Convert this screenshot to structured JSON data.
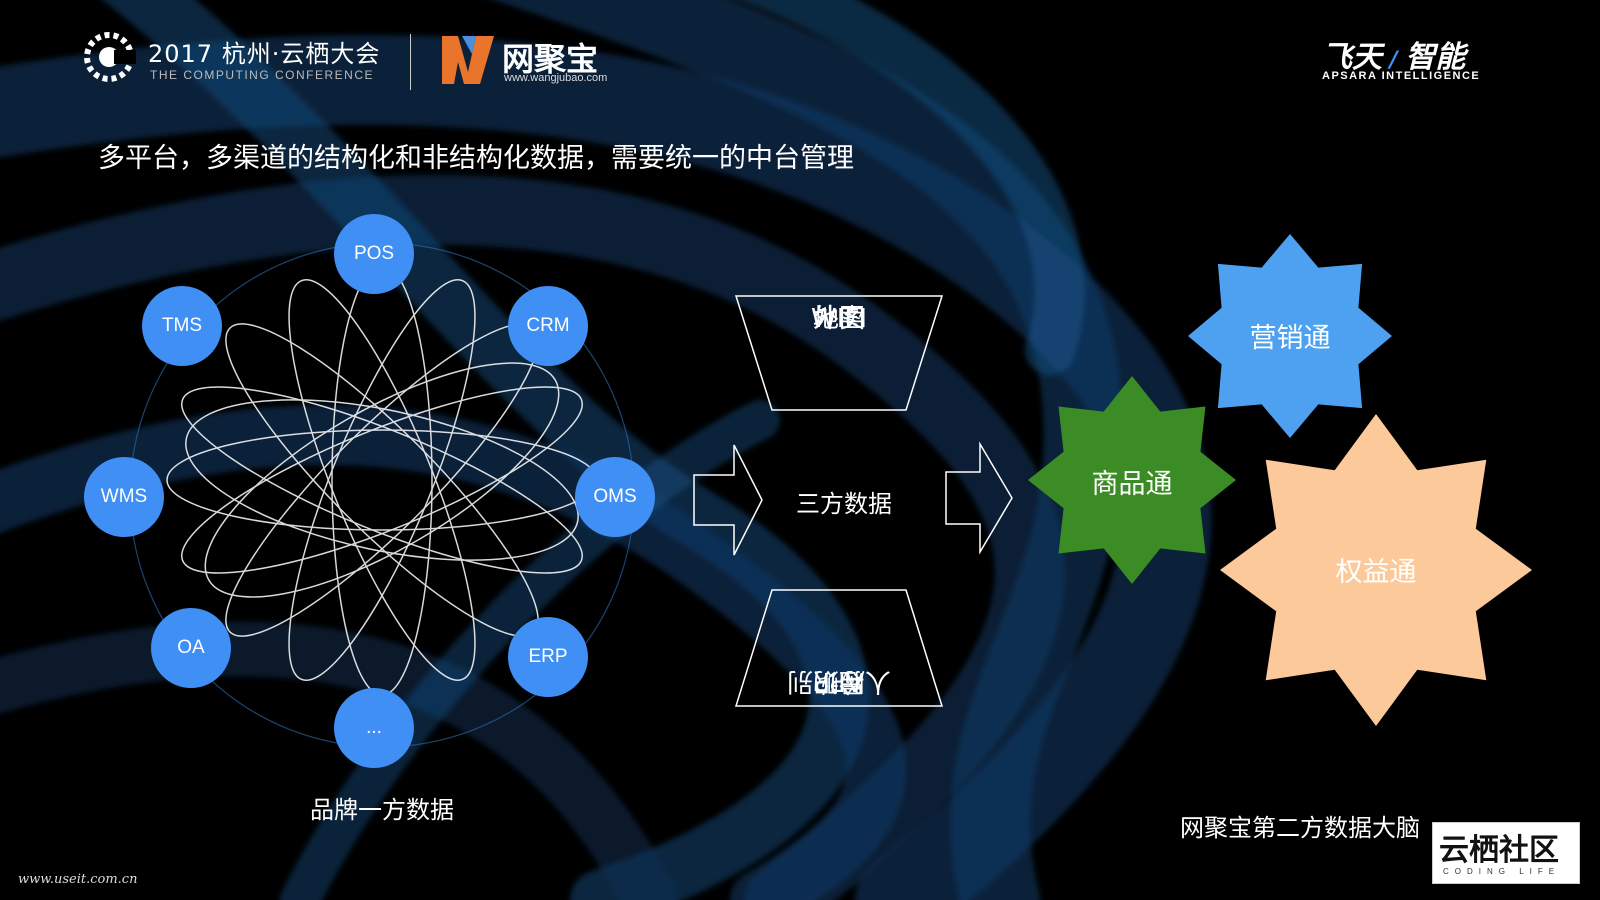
{
  "header": {
    "conf_title": "2017 杭州·云栖大会",
    "conf_subtitle": "THE COMPUTING CONFERENCE",
    "brand_name": "网聚宝",
    "brand_url": "www.wangjubao.com",
    "feitian": "飞天",
    "zhineng": "智能",
    "apsara": "APSARA INTELLIGENCE"
  },
  "slide": {
    "headline": "多平台，多渠道的结构化和非结构化数据，需要统一的中台管理",
    "left_caption": "品牌一方数据",
    "center_label": "三方数据",
    "right_caption": "网聚宝第二方数据大脑"
  },
  "nodes": [
    {
      "label": "POS"
    },
    {
      "label": "CRM"
    },
    {
      "label": "OMS"
    },
    {
      "label": "ERP"
    },
    {
      "label": "..."
    },
    {
      "label": "OA"
    },
    {
      "label": "WMS"
    },
    {
      "label": "TMS"
    }
  ],
  "top_box": {
    "lines": [
      "地图",
      "外卖",
      "WIFI"
    ]
  },
  "bottom_box": {
    "lines": [
      "APP",
      "导购",
      "人脸识别"
    ]
  },
  "stars": [
    {
      "label": "营销通",
      "color": "#4da1f0"
    },
    {
      "label": "商品通",
      "color": "#3c8c25"
    },
    {
      "label": "权益通",
      "color": "#fcc99b"
    }
  ],
  "footer": {
    "left_url": "www.useit.com.cn",
    "watermark": "云栖社区",
    "watermark_sub": "CODING LIFE"
  },
  "colors": {
    "node_blue": "#3f8ff5",
    "bg": "#000000"
  }
}
